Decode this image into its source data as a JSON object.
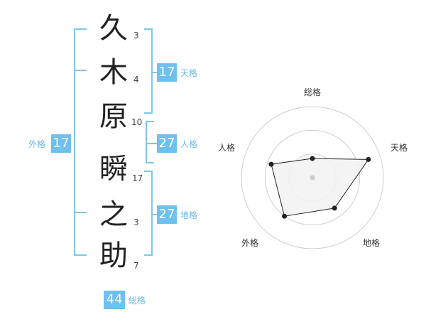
{
  "name_chars": [
    {
      "char": "久",
      "strokes": "3"
    },
    {
      "char": "木",
      "strokes": "4"
    },
    {
      "char": "原",
      "strokes": "10"
    },
    {
      "char": "瞬",
      "strokes": "17"
    },
    {
      "char": "之",
      "strokes": "3"
    },
    {
      "char": "助",
      "strokes": "7"
    }
  ],
  "fortunes": {
    "tenkaku": {
      "value": "17",
      "label": "天格"
    },
    "jinkaku": {
      "value": "27",
      "label": "人格"
    },
    "chikaku": {
      "value": "27",
      "label": "地格"
    },
    "gaikaku": {
      "value": "17",
      "label": "外格"
    },
    "soukaku": {
      "value": "44",
      "label": "総格"
    }
  },
  "chart_data": {
    "type": "radar",
    "axes": [
      "総格",
      "天格",
      "地格",
      "外格",
      "人格"
    ],
    "values": [
      0.27,
      0.83,
      0.53,
      0.67,
      0.61
    ],
    "rings": 3,
    "fill_color": "#f2f2f2",
    "line_color": "#222222",
    "ring_color": "#cfcfcf",
    "center_dot_color": "#cccccc"
  },
  "colors": {
    "accent": "#6ec0ee",
    "bracket": "#7fc5ea",
    "label": "#6cb8e6"
  }
}
